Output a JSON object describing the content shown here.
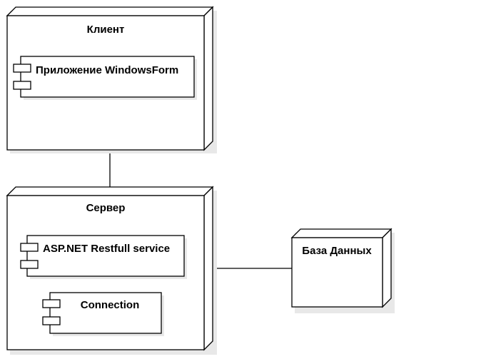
{
  "nodes": {
    "client": {
      "label": "Клиент",
      "component": "Приложение WindowsForm"
    },
    "server": {
      "label": "Сервер",
      "component_asp": "ASP.NET Restfull service",
      "component_connection": "Connection"
    },
    "database": {
      "label": "База Данных"
    }
  },
  "colors": {
    "stroke": "#000000",
    "fill": "#ffffff",
    "shadow": "#e8e8e8"
  }
}
